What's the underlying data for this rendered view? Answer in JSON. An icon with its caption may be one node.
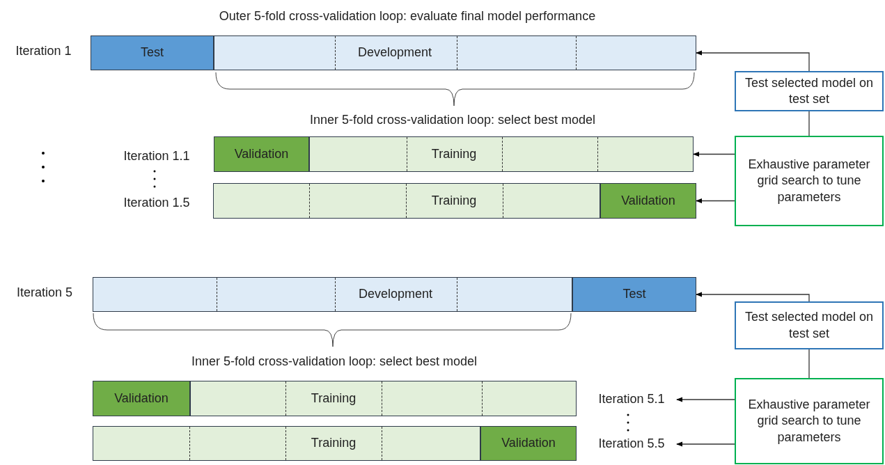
{
  "diagram": {
    "nodes": [
      {
        "text": [
          "Test"
        ]
      },
      {
        "text": [
          "Development"
        ]
      },
      {
        "text": [
          "Validation"
        ]
      },
      {
        "text": [
          "Training"
        ]
      },
      {
        "text": [
          "Training"
        ]
      },
      {
        "text": [
          "Validation"
        ]
      },
      {
        "text": [
          "Test selected model on test set"
        ]
      },
      {
        "text": [
          "Exhaustive parameter grid search to tune parameters"
        ]
      },
      {
        "text": [
          "Development"
        ]
      },
      {
        "text": [
          "Test"
        ]
      },
      {
        "text": [
          "Validation"
        ]
      },
      {
        "text": [
          "Training"
        ]
      },
      {
        "text": [
          "Training"
        ]
      },
      {
        "text": [
          "Validation"
        ]
      },
      {
        "text": [
          "Test selected model on test set"
        ]
      },
      {
        "text": [
          "Exhaustive parameter grid search to tune parameters"
        ]
      },
      {
        "text": [
          "Iteration 5.1"
        ]
      },
      {
        "text": [
          "Iteration 5.5"
        ]
      }
    ],
    "edges": [
      {
        "from": 6,
        "to": 1,
        "arrow": "to"
      },
      {
        "from": 7,
        "to": 6,
        "arrow": "none"
      },
      {
        "from": 7,
        "to": 3,
        "arrow": "to"
      },
      {
        "from": 7,
        "to": 5,
        "arrow": "to"
      },
      {
        "from": 14,
        "to": 9,
        "arrow": "to"
      },
      {
        "from": 15,
        "to": 14,
        "arrow": "none"
      },
      {
        "from": 15,
        "to": 16,
        "arrow": "to"
      },
      {
        "from": 15,
        "to": 17,
        "arrow": "to"
      }
    ],
    "labels": [
      "Outer 5-fold cross-validation loop: evaluate final model performance",
      "Iteration 1",
      "Inner 5-fold cross-validation loop: select best model",
      "Iteration 1.1",
      "Iteration 1.5",
      "Iteration 5",
      "Inner 5-fold cross-validation loop: select best model"
    ]
  }
}
